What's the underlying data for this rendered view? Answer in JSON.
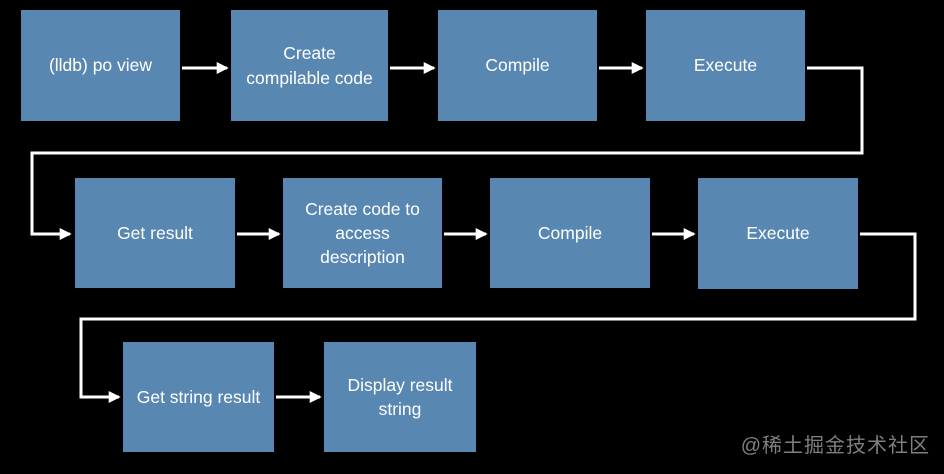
{
  "diagram": {
    "title": "lldb po flow",
    "colors": {
      "background": "#000000",
      "node_fill": "#5887b2",
      "node_text": "#ffffff",
      "connector": "#ffffff",
      "watermark_text_color": "#7d7f83"
    },
    "nodes": {
      "n1": {
        "label": "(lldb) po view"
      },
      "n2": {
        "label": "Create\ncompilable code"
      },
      "n3": {
        "label": "Compile"
      },
      "n4": {
        "label": "Execute"
      },
      "n5": {
        "label": "Get result"
      },
      "n6": {
        "label": "Create code to\naccess\ndescription"
      },
      "n7": {
        "label": "Compile"
      },
      "n8": {
        "label": "Execute"
      },
      "n9": {
        "label": "Get string result"
      },
      "n10": {
        "label": "Display result\nstring"
      }
    },
    "edges": [
      {
        "from": "n1",
        "to": "n2"
      },
      {
        "from": "n2",
        "to": "n3"
      },
      {
        "from": "n3",
        "to": "n4"
      },
      {
        "from": "n4",
        "to": "n5",
        "routing": "wrap-around"
      },
      {
        "from": "n5",
        "to": "n6"
      },
      {
        "from": "n6",
        "to": "n7"
      },
      {
        "from": "n7",
        "to": "n8"
      },
      {
        "from": "n8",
        "to": "n9",
        "routing": "wrap-around"
      },
      {
        "from": "n9",
        "to": "n10"
      }
    ]
  },
  "watermark": {
    "text": "@稀土掘金技术社区"
  }
}
